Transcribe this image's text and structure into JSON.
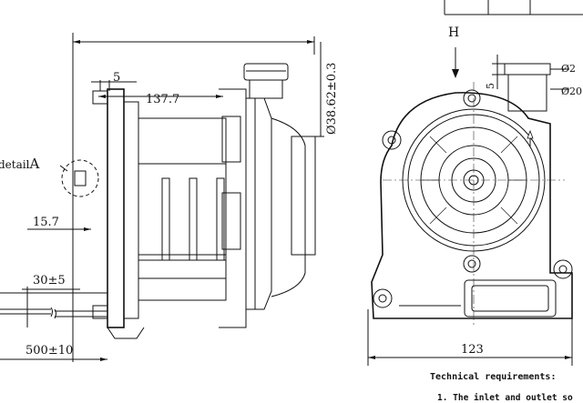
{
  "dimensions": {
    "flange_thickness": "5",
    "length": "137.7",
    "diameter": "Ø38.62±0.3",
    "offset": "15.7",
    "wire_strip": "30±5",
    "cable_length": "500±10",
    "width": "123",
    "pipe_d1": "Ø2",
    "pipe_d2": "Ø20",
    "pipe_small": "5"
  },
  "labels": {
    "detail": "detail",
    "detail_letter": "A",
    "view_letter": "H"
  },
  "notes": {
    "title": "Technical requirements:",
    "item1": "1. The inlet and outlet so"
  }
}
